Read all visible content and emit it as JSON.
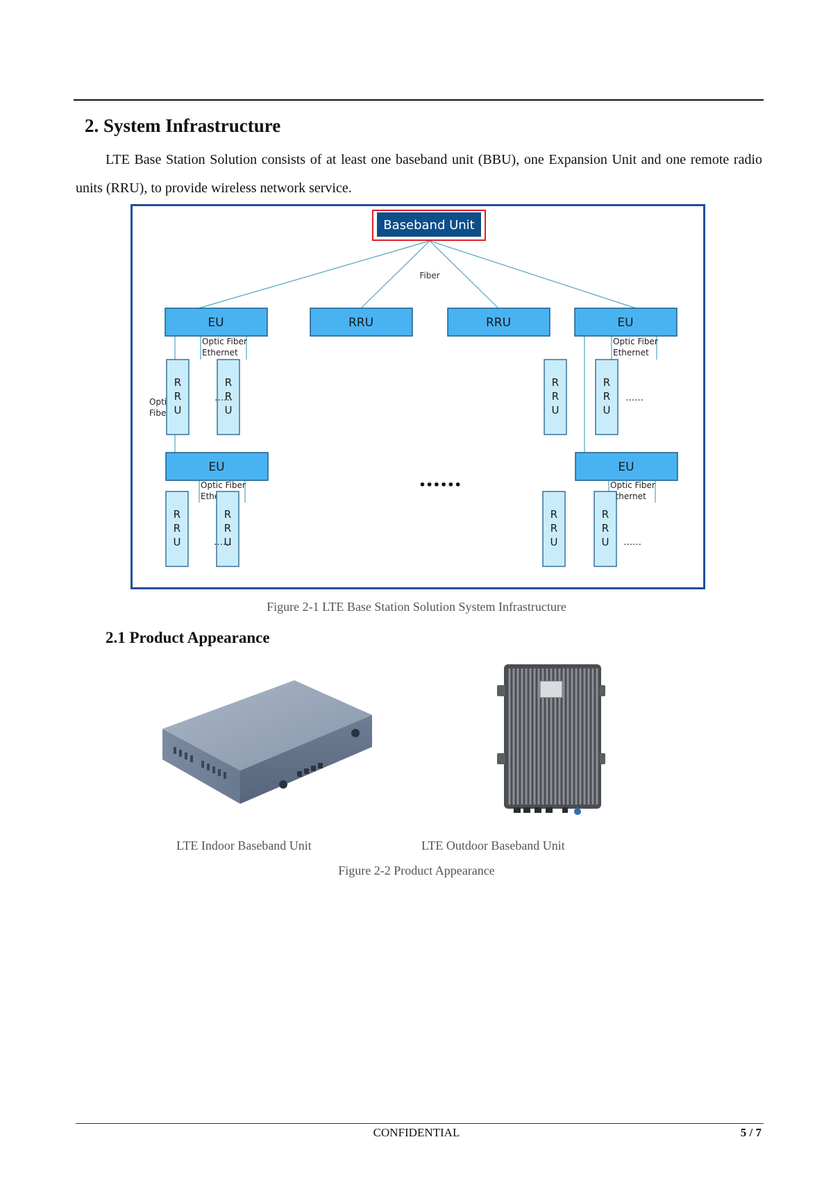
{
  "section": {
    "title": "2. System Infrastructure",
    "paragraph": "LTE Base Station Solution consists of at least one baseband unit (BBU), one Expansion Unit and one remote radio units (RRU), to provide wireless network service."
  },
  "diagram": {
    "bbu_label": "Baseband Unit",
    "fiber_label": "Fiber",
    "eu_label": "EU",
    "rru_label": "RRU",
    "rru_vertical_letters": [
      "R",
      "R",
      "U"
    ],
    "link_label_line1": "Optic Fiber",
    "link_label_line2": "Ethernet",
    "optic_label_line1": "Optic",
    "optic_label_line2": "Fiber",
    "small_dots": "……",
    "big_dots": "••••••",
    "colors": {
      "bbu_fill": "#0c4f8a",
      "highlight_border": "#e0202a",
      "eu_fill": "#49b3f2",
      "rru_fill": "#c9ecfb",
      "line": "#4fa3c5",
      "frame": "#1f4e9c"
    }
  },
  "figure1_caption": "Figure 2-1 LTE Base Station Solution System Infrastructure",
  "subsection": {
    "title": "2.1 Product Appearance",
    "indoor_caption": "LTE Indoor Baseband Unit",
    "outdoor_caption": "LTE Outdoor Baseband Unit"
  },
  "figure2_caption": "Figure 2-2 Product Appearance",
  "footer": {
    "confidential": "CONFIDENTIAL",
    "page": "5 / 7"
  }
}
